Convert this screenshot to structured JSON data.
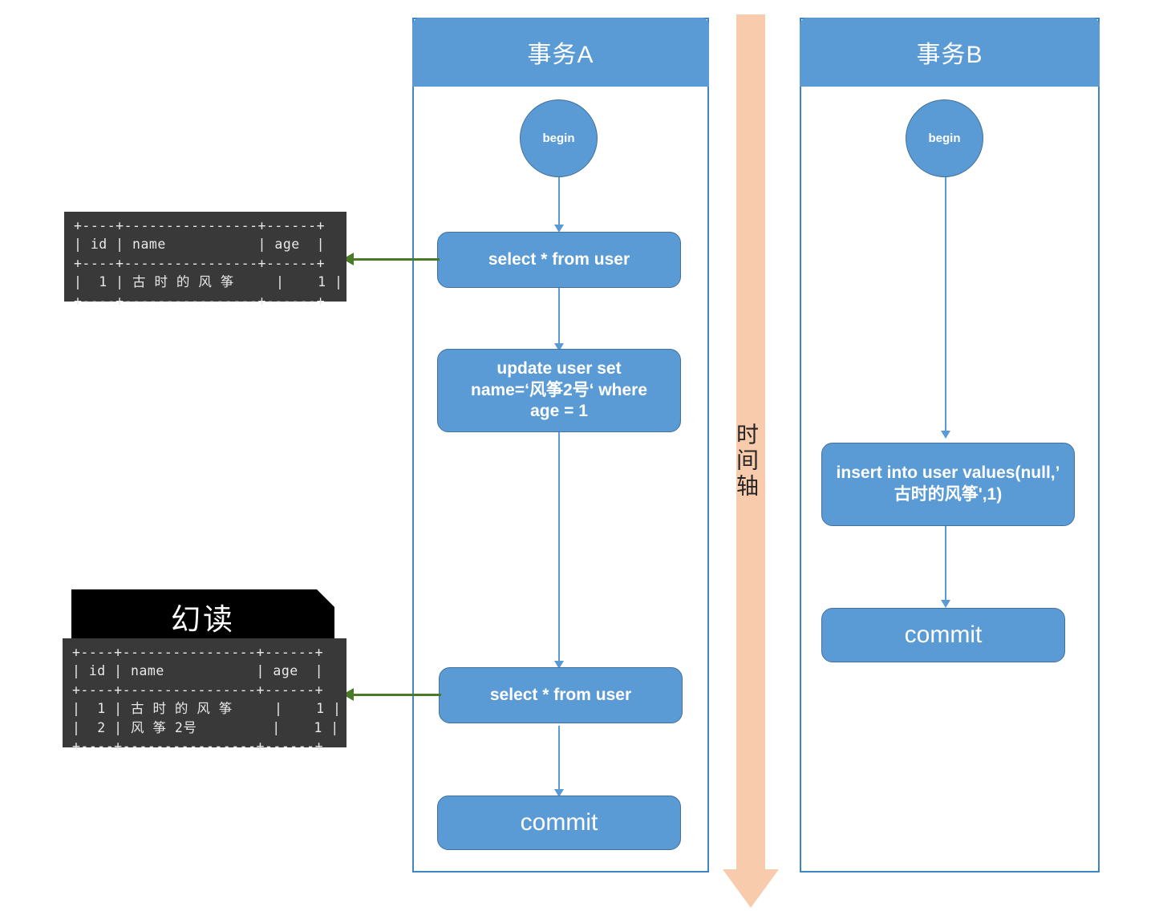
{
  "diagram": {
    "title": "幻读 (Phantom Read) transaction timeline",
    "colors": {
      "lane_fill": "#5b9bd5",
      "lane_border": "#3d85c6",
      "node_fill": "#5b9bd5",
      "node_border": "#41719c",
      "result_arrow": "#4a7a28",
      "time_axis": "#f8cbad",
      "console_bg": "#393939",
      "banner_bg": "#000000"
    }
  },
  "lanes": [
    {
      "id": "transaction-a",
      "title": "事务A",
      "nodes": [
        {
          "id": "a-begin",
          "label": "begin"
        },
        {
          "id": "a-select1",
          "label": "select * from user"
        },
        {
          "id": "a-update",
          "label": "update user set\nname=‘风筝2号‘ where\nage = 1"
        },
        {
          "id": "a-select2",
          "label": "select * from user"
        },
        {
          "id": "a-commit",
          "label": "commit"
        }
      ]
    },
    {
      "id": "transaction-b",
      "title": "事务B",
      "nodes": [
        {
          "id": "b-begin",
          "label": "begin"
        },
        {
          "id": "b-insert",
          "label": "insert into user values(null,’\n古时的风筝',1)"
        },
        {
          "id": "b-commit",
          "label": "commit"
        }
      ]
    }
  ],
  "time_axis": {
    "label": "时间轴",
    "direction": "downward"
  },
  "banner": {
    "label": "幻读"
  },
  "result_tables": [
    {
      "id": "result-table-first",
      "caption": null,
      "columns": [
        "id",
        "name",
        "age"
      ],
      "rows": [
        {
          "id": "1",
          "name": "古时的风筝",
          "age": "1"
        }
      ],
      "ascii": "+----+----------------+------+\n| id | name           | age  |\n+----+----------------+------+\n|  1 | 古 时 的 风 筝     |    1 |\n+----+----------------+------+"
    },
    {
      "id": "result-table-second",
      "caption": "幻读",
      "columns": [
        "id",
        "name",
        "age"
      ],
      "rows": [
        {
          "id": "1",
          "name": "古时的风筝",
          "age": "1"
        },
        {
          "id": "2",
          "name": "风筝2号",
          "age": "1"
        }
      ],
      "ascii": "+----+----------------+------+\n| id | name           | age  |\n+----+----------------+------+\n|  1 | 古 时 的 风 筝     |    1 |\n|  2 | 风 筝 2号         |    1 |\n+----+----------------+------+"
    }
  ]
}
